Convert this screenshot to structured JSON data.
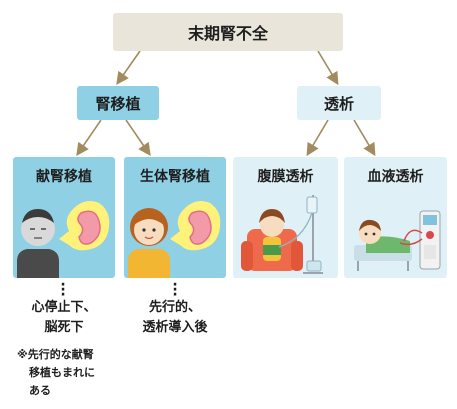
{
  "root": {
    "label": "末期腎不全"
  },
  "categories": {
    "transplant": "腎移植",
    "dialysis": "透析"
  },
  "cards": {
    "deceased": "献腎移植",
    "living": "生体腎移植",
    "peritoneal": "腹膜透析",
    "hemodialysis": "血液透析"
  },
  "notes": {
    "deceased_line1": "心停止下、",
    "deceased_line2": "脳死下",
    "deceased_small_line1": "※先行的な献腎",
    "deceased_small_line2": "移植もまれに",
    "deceased_small_line3": "ある",
    "living_line1": "先行的、",
    "living_line2": "透析導入後"
  },
  "colors": {
    "dark_box": "#8fd0e4",
    "light_box": "#dff0f7",
    "root_box": "#e9e5da",
    "arrow": "#a28b5e"
  }
}
